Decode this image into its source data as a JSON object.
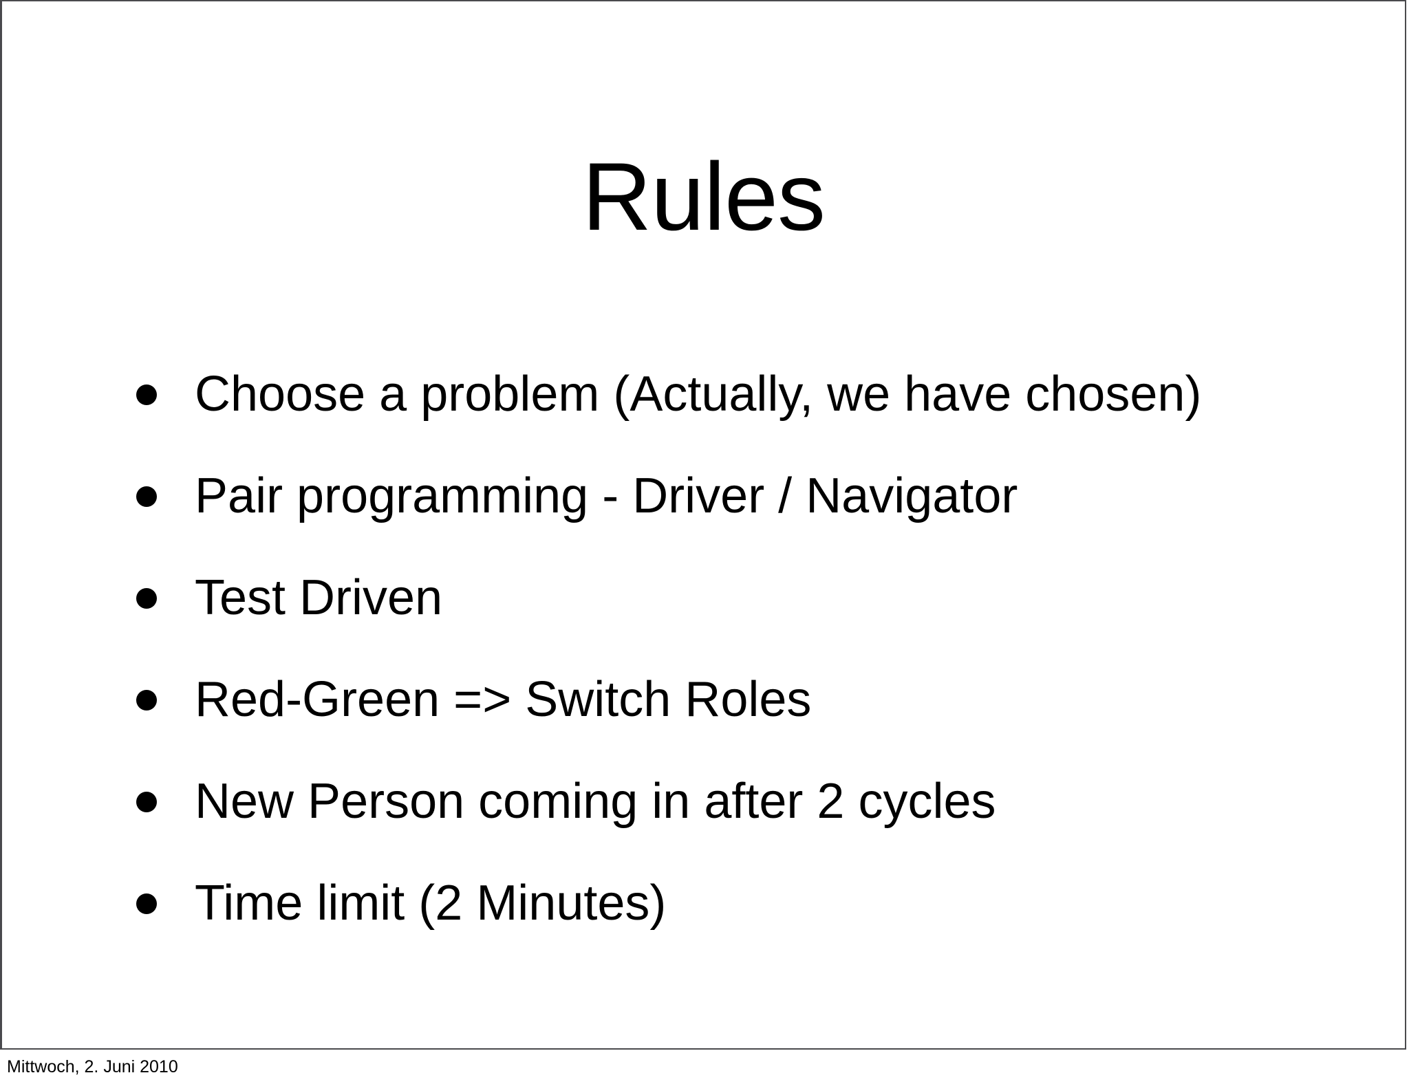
{
  "slide": {
    "title": "Rules",
    "bullet_marker": "bullet-dot",
    "bullets": [
      {
        "text": "Choose a problem (Actually, we have chosen)"
      },
      {
        "text": "Pair programming - Driver / Navigator"
      },
      {
        "text": "Test Driven"
      },
      {
        "text": "Red-Green => Switch Roles"
      },
      {
        "text": "New Person coming in after 2 cycles"
      },
      {
        "text": "Time limit (2 Minutes)"
      }
    ],
    "background_color": "#ffffff",
    "text_color": "#000000",
    "border_color": "#4a4a4d"
  },
  "footer": {
    "date": "Mittwoch, 2. Juni 2010"
  }
}
